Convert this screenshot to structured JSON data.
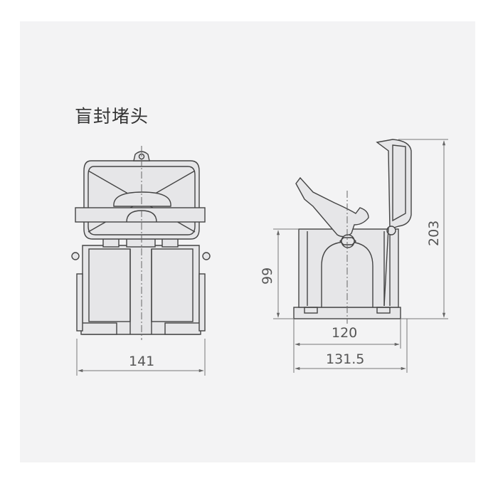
{
  "title": "盲封堵头",
  "dimensions": {
    "front_width": "141",
    "side_height": "99",
    "side_base_width": "120",
    "side_total_width": "131.5",
    "side_total_height": "203"
  },
  "colors": {
    "background": "#f3f3f4",
    "line": "#444444"
  }
}
